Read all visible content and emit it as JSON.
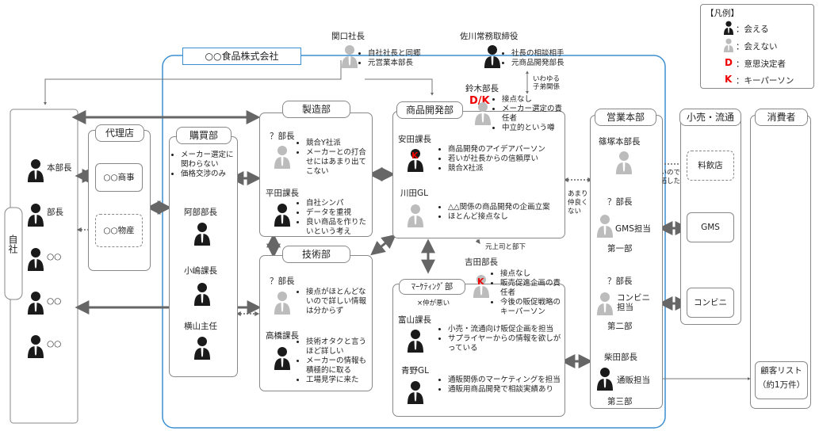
{
  "company": {
    "name": "○○食品株式会社"
  },
  "legend": {
    "title": "【凡例】",
    "meet": "：会える",
    "cannot_meet": "：会えない",
    "decision_mark": "D",
    "decision_label": "：意思決定者",
    "key_mark": "K",
    "key_label": "：キーパーソン"
  },
  "top": {
    "sekiguchi": {
      "name": "関口社長",
      "notes": [
        "自社社長と同郷",
        "元営業本部長"
      ]
    },
    "sagawa": {
      "name": "佐川常務取締役",
      "notes": [
        "社長の相談相手",
        "元商品開発部長"
      ]
    },
    "relation": "いわゆる\n子弟関係"
  },
  "jisha": {
    "label": "自社",
    "members": [
      "本部長",
      "部長",
      "○○",
      "○○",
      "○○"
    ]
  },
  "dairiten": {
    "title": "代理店",
    "items": [
      "○○商事",
      "○○物産"
    ]
  },
  "kobai": {
    "title": "購買部",
    "notes": [
      "メーカー選定に関わらない",
      "価格交渉のみ"
    ],
    "members": [
      "阿部部長",
      "小嶋課長",
      "横山主任"
    ]
  },
  "seizou": {
    "title": "製造部",
    "head": {
      "name": "？部長",
      "notes": [
        "競合Y社派",
        "メーカーとの打合せにはあまり出てこない"
      ]
    },
    "hirata": {
      "name": "平田課長",
      "notes": [
        "自社シンパ",
        "データを重視",
        "良い商品を作りたいという考え"
      ]
    }
  },
  "gijutsu": {
    "title": "技術部",
    "head": {
      "name": "？部長",
      "notes": [
        "接点がほとんどないので詳しい情報は分からず"
      ]
    },
    "takahashi": {
      "name": "高橋課長",
      "notes": [
        "技術オタクと言うほど詳しい",
        "メーカーの情報も積極的に取る",
        "工場見学に来た"
      ]
    }
  },
  "shohin": {
    "title": "商品開発部",
    "suzuki": {
      "name": "鈴木部長",
      "mark": "D/K",
      "notes": [
        "接点なし",
        "メーカー選定の責任者",
        "中立的という噂"
      ]
    },
    "yasuda": {
      "name": "安田課長",
      "mark": "K",
      "notes": [
        "商品開発のアイデアパーソン",
        "若いが社長からの信頼厚い",
        "競合X社派"
      ]
    },
    "kawada": {
      "name": "川田GL",
      "notes": [
        "△△関係の商品開発の企画立案",
        "ほとんど接点なし"
      ]
    }
  },
  "marketing": {
    "title": "ﾏｰｹﾃｨﾝｸﾞ部",
    "yoshida": {
      "name": "吉田部長",
      "mark": "K",
      "notes": [
        "接点なし",
        "販売促進企画の責任者",
        "今後の販促戦略のキーパーソン"
      ]
    },
    "tomiyama": {
      "name": "富山課長",
      "notes": [
        "小売・流通向け販促企画を担当",
        "サプライヤーからの情報を欲しがっている"
      ]
    },
    "aono": {
      "name": "青野GL",
      "notes": [
        "通販関係のマーケティングを担当",
        "通販用商品開発で相談実績あり"
      ]
    }
  },
  "eigyo": {
    "title": "営業本部",
    "shinozuka": {
      "name": "篠塚本部長"
    },
    "dept1": {
      "name": "？部長",
      "role": "GMS担当",
      "label": "第一部"
    },
    "dept2": {
      "name": "？部長",
      "role": "コンビニ\n担当",
      "label": "第二部"
    },
    "shibata": {
      "name": "柴田部長",
      "role": "通販担当",
      "label": "第三部"
    }
  },
  "kouri": {
    "title": "小売・流通",
    "items": [
      "料飲店",
      "GMS",
      "コンビニ"
    ]
  },
  "consumer": {
    "title": "消費者",
    "list": "顧客リスト\n（約1万件）"
  },
  "annotations": {
    "not_close": "あまり\n仲良く\nない",
    "former_boss": "元上司と部下",
    "bad_terms": "×仲が悪い",
    "pioneer": "新いので\n開拓したい"
  }
}
